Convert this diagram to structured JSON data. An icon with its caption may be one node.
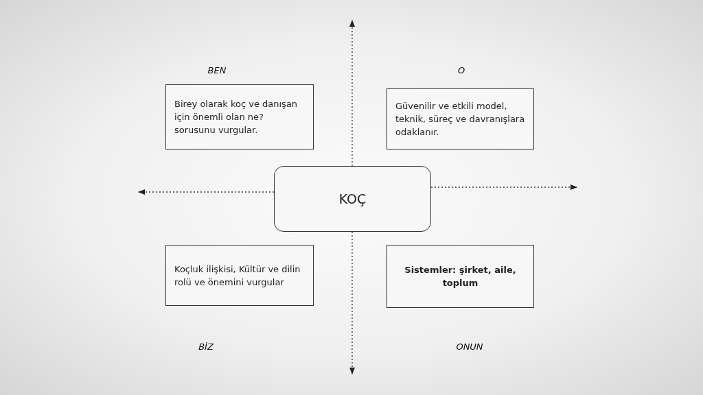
{
  "diagram": {
    "nodes": [
      {
        "text": [
          "Birey olarak koç ve danışan için önemli olan ne? sorusunu vurgular."
        ]
      },
      {
        "text": [
          "Güvenilir ve etkili model, teknik, süreç ve davranışlara odaklanır."
        ]
      },
      {
        "text": [
          "KOÇ"
        ]
      },
      {
        "text": [
          "Koçluk ilişkisi, Kültür ve dilin rolü ve önemini vurgular"
        ]
      },
      {
        "text": [
          "Sistemler: şirket, aile, toplum"
        ]
      }
    ],
    "edges": [
      {
        "from": 2,
        "to": null,
        "arrow": "to",
        "style": "dashed"
      },
      {
        "from": 2,
        "to": null,
        "arrow": "to",
        "style": "dashed"
      },
      {
        "from": 2,
        "to": null,
        "arrow": "to",
        "style": "dashed"
      },
      {
        "from": 2,
        "to": null,
        "arrow": "to",
        "style": "dashed"
      }
    ],
    "labels": [
      "BEN",
      "O",
      "BİZ",
      "ONUN"
    ]
  }
}
